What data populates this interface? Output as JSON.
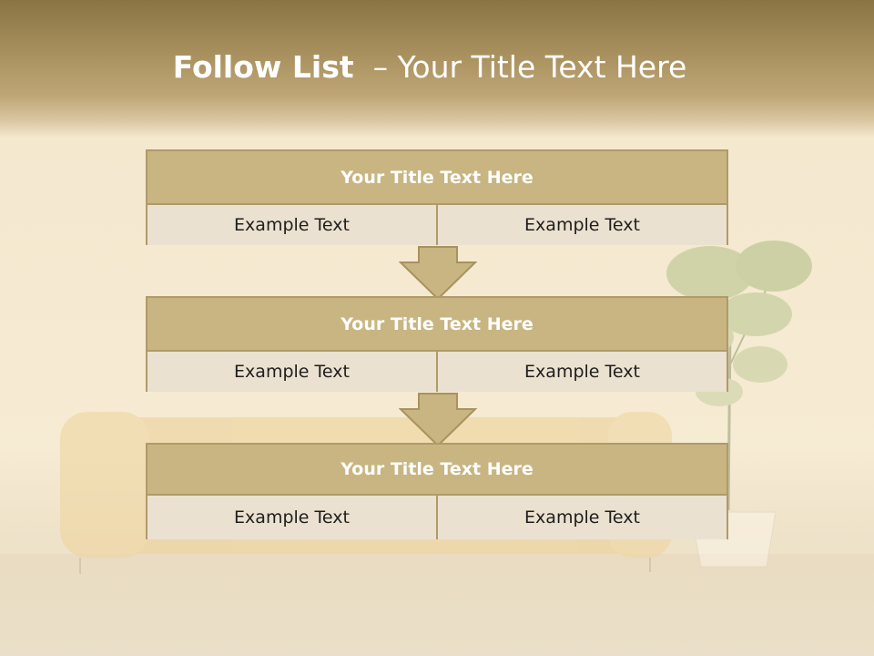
{
  "slide": {
    "title_bold": "Follow List",
    "title_rest": "– Your Title Text Here"
  },
  "blocks": [
    {
      "title": "Your Title Text Here",
      "left": "Example Text",
      "right": "Example Text"
    },
    {
      "title": "Your Title Text Here",
      "left": "Example Text",
      "right": "Example Text"
    },
    {
      "title": "Your Title Text Here",
      "left": "Example Text",
      "right": "Example Text"
    }
  ],
  "colors": {
    "header": "#a58d5b",
    "title_bar": "#c8b582",
    "cell": "#ebe1d0",
    "border": "#b09a6a"
  }
}
